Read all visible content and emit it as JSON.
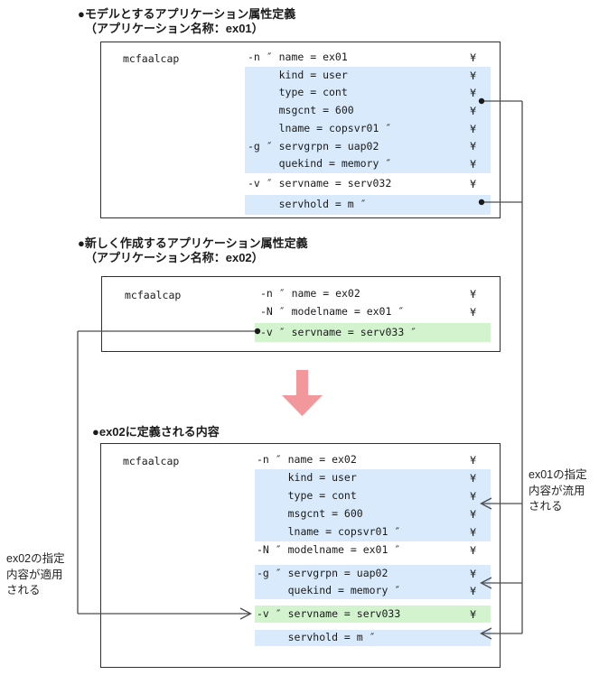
{
  "colors": {
    "highlight_blue": "#d8eafb",
    "highlight_green": "#d3f3cf",
    "arrow_pink": "#f2979c",
    "connector_line": "#4c4c4c",
    "box_border": "#2f2f2f",
    "text": "#1a1a1a"
  },
  "legend": {
    "continuation_symbol": "¥",
    "bullet": "●"
  },
  "sections": [
    {
      "heading": "●モデルとするアプリケーション属性定義",
      "subheading": "（アプリケーション名称：ex01）",
      "command": "mcfaalcap",
      "rows": [
        {
          "text": "-n ″ name = ex01",
          "yen": true,
          "hl": "none"
        },
        {
          "text": "     kind = user",
          "yen": true,
          "hl": "blue"
        },
        {
          "text": "     type = cont",
          "yen": true,
          "hl": "blue"
        },
        {
          "text": "     msgcnt = 600",
          "yen": true,
          "hl": "blue"
        },
        {
          "text": "     lname = copsvr01 ″",
          "yen": true,
          "hl": "blue"
        },
        {
          "text": "-g ″ servgrpn = uap02",
          "yen": true,
          "hl": "blue"
        },
        {
          "text": "     quekind = memory ″",
          "yen": true,
          "hl": "blue"
        },
        {
          "text": "-v ″ servname = serv032",
          "yen": true,
          "hl": "none"
        },
        {
          "text": "     servhold = m ″",
          "yen": false,
          "hl": "blue"
        }
      ]
    },
    {
      "heading": "●新しく作成するアプリケーション属性定義",
      "subheading": "（アプリケーション名称：ex02）",
      "command": "mcfaalcap",
      "rows": [
        {
          "text": "-n ″ name = ex02",
          "yen": true,
          "hl": "none"
        },
        {
          "text": "-N ″ modelname = ex01 ″",
          "yen": true,
          "hl": "none"
        },
        {
          "text": "-v ″ servname = serv033 ″",
          "yen": false,
          "hl": "green"
        }
      ]
    },
    {
      "heading": "●ex02に定義される内容",
      "subheading": "",
      "command": "mcfaalcap",
      "rows": [
        {
          "text": "-n ″ name = ex02",
          "yen": true,
          "hl": "none"
        },
        {
          "text": "     kind = user",
          "yen": true,
          "hl": "blue"
        },
        {
          "text": "     type = cont",
          "yen": true,
          "hl": "blue"
        },
        {
          "text": "     msgcnt = 600",
          "yen": true,
          "hl": "blue"
        },
        {
          "text": "     lname = copsvr01 ″",
          "yen": true,
          "hl": "blue"
        },
        {
          "text": "-N ″ modelname = ex01 ″",
          "yen": true,
          "hl": "none"
        },
        {
          "text": "-g ″ servgrpn = uap02",
          "yen": true,
          "hl": "blue"
        },
        {
          "text": "     quekind = memory ″",
          "yen": true,
          "hl": "blue"
        },
        {
          "text": "-v ″ servname = serv033",
          "yen": true,
          "hl": "green"
        },
        {
          "text": "     servhold = m ″",
          "yen": false,
          "hl": "blue"
        }
      ]
    }
  ],
  "annotations": {
    "right": {
      "lines": [
        "ex01の指定",
        "内容が流用",
        "される"
      ]
    },
    "left": {
      "lines": [
        "ex02の指定",
        "内容が適用",
        "される"
      ]
    }
  }
}
